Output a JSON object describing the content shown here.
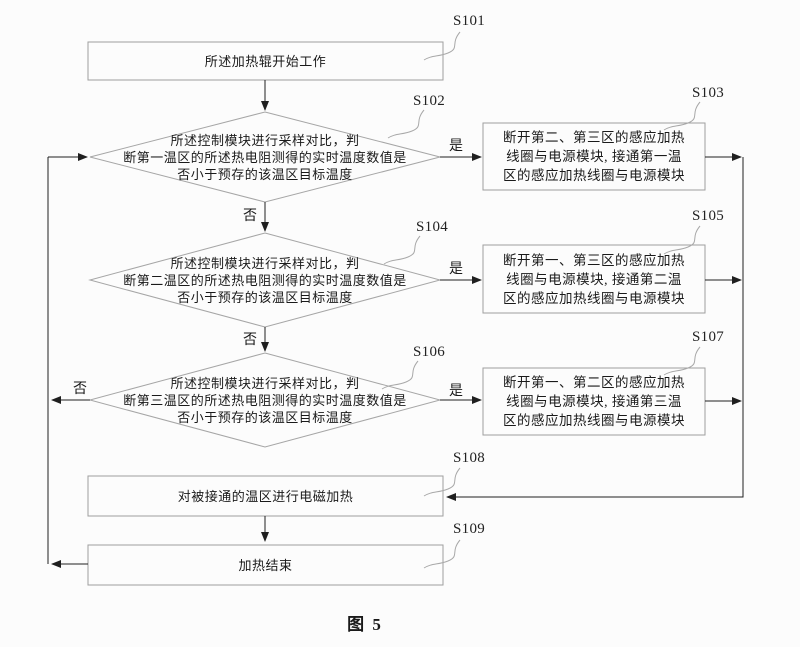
{
  "caption": "图 5",
  "labels": {
    "yes": "是",
    "no": "否"
  },
  "colors": {
    "background": "#fcfcfc",
    "shape_border": "#9e9e9e",
    "arrow": "#1f1f1f",
    "squiggle": "#a8a8a8",
    "text": "#1a1a1a"
  },
  "steps": {
    "s101": {
      "ref": "S101",
      "text": "所述加热辊开始工作"
    },
    "s102": {
      "ref": "S102",
      "lines": [
        "所述控制模块进行采样对比，判",
        "断第一温区的所述热电阻测得的实时温度数值是",
        "否小于预存的该温区目标温度"
      ]
    },
    "s103": {
      "ref": "S103",
      "lines": [
        "断开第二、第三区的感应加热",
        "线圈与电源模块, 接通第一温",
        "区的感应加热线圈与电源模块"
      ]
    },
    "s104": {
      "ref": "S104",
      "lines": [
        "所述控制模块进行采样对比，判",
        "断第二温区的所述热电阻测得的实时温度数值是",
        "否小于预存的该温区目标温度"
      ]
    },
    "s105": {
      "ref": "S105",
      "lines": [
        "断开第一、第三区的感应加热",
        "线圈与电源模块, 接通第二温",
        "区的感应加热线圈与电源模块"
      ]
    },
    "s106": {
      "ref": "S106",
      "lines": [
        "所述控制模块进行采样对比，判",
        "断第三温区的所述热电阻测得的实时温度数值是",
        "否小于预存的该温区目标温度"
      ]
    },
    "s107": {
      "ref": "S107",
      "lines": [
        "断开第一、第二区的感应加热",
        "线圈与电源模块, 接通第三温",
        "区的感应加热线圈与电源模块"
      ]
    },
    "s108": {
      "ref": "S108",
      "text": "对被接通的温区进行电磁加热"
    },
    "s109": {
      "ref": "S109",
      "text": "加热结束"
    }
  }
}
